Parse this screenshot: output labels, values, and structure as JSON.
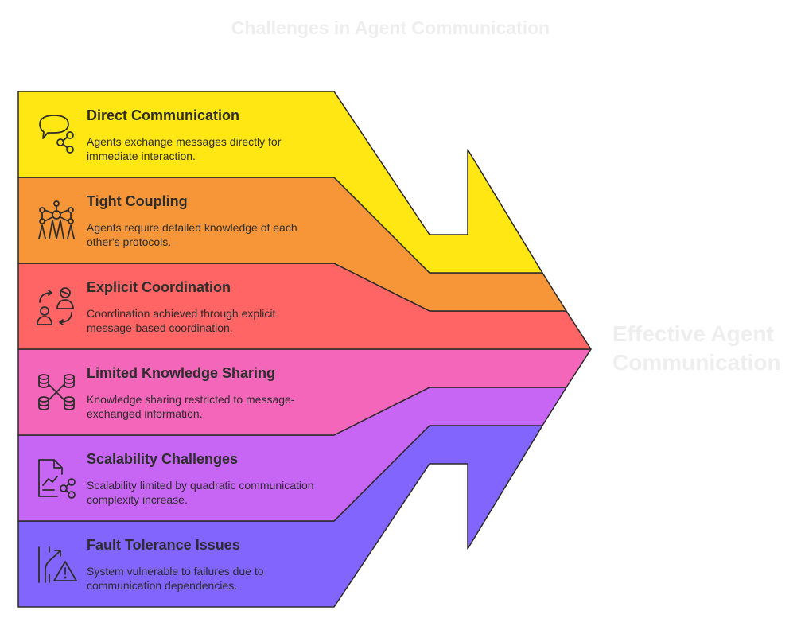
{
  "diagram": {
    "title": "Challenges in Agent Communication",
    "goal": "Effective Agent Communication",
    "colors": {
      "yellow": "#FFE713",
      "orange": "#F79638",
      "red": "#FF6565",
      "pink": "#F366BA",
      "violet": "#C766F5",
      "blue": "#8165FC",
      "outline": "#2a2a2a",
      "text": "#2d2d2d",
      "muted_text": "#eeeeee"
    },
    "items": [
      {
        "title": "Direct Communication",
        "description": "Agents exchange messages directly for immediate interaction.",
        "icon": "chat-share-icon"
      },
      {
        "title": "Tight Coupling",
        "description": "Agents require detailed knowledge of each other's protocols.",
        "icon": "network-people-icon"
      },
      {
        "title": "Explicit Coordination",
        "description": "Coordination achieved through explicit message-based coordination.",
        "icon": "people-exchange-icon"
      },
      {
        "title": "Limited Knowledge Sharing",
        "description": "Knowledge sharing restricted to message-exchanged information.",
        "icon": "database-network-icon"
      },
      {
        "title": "Scalability Challenges",
        "description": "Scalability limited by quadratic communication complexity increase.",
        "icon": "chart-share-icon"
      },
      {
        "title": "Fault Tolerance Issues",
        "description": "System vulnerable to failures due to communication dependencies.",
        "icon": "warning-path-icon"
      }
    ]
  }
}
